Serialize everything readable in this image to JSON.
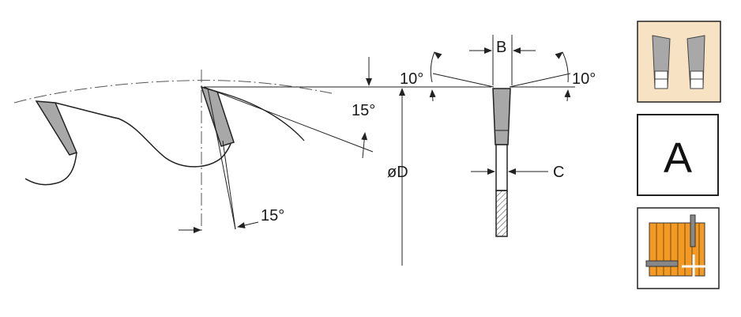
{
  "labels": {
    "clearance_angle_left": "10°",
    "clearance_angle_right": "10°",
    "hook_angle": "15°",
    "top_bevel_angle": "15°",
    "dim_B": "B",
    "dim_C": "C",
    "dim_D": "øD"
  },
  "panels": {
    "grind_type_letter": "A"
  },
  "colors": {
    "carbide": "#a8a8a8",
    "panel_bg": "#f8e2c4",
    "wood_orange": "#f29a23",
    "line": "#222222"
  },
  "icons": {
    "tooth_grind": "tooth-grind-icon",
    "workpiece": "workpiece-cut-icon"
  }
}
